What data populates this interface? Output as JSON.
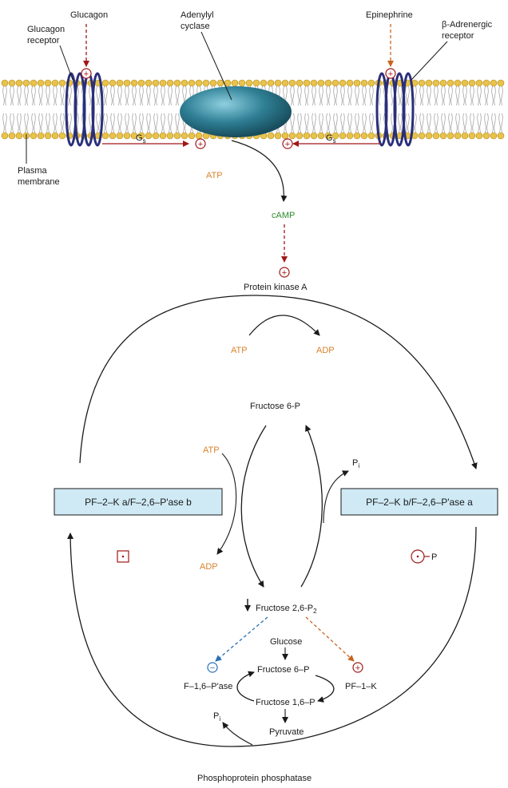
{
  "labels": {
    "glucagon": "Glucagon",
    "glucagon_receptor_1": "Glucagon",
    "glucagon_receptor_2": "receptor",
    "adenylyl_1": "Adenylyl",
    "adenylyl_2": "cyclase",
    "epinephrine": "Epinephrine",
    "beta_receptor_1": "β-Adrenergic",
    "beta_receptor_2": "receptor",
    "plasma_1": "Plasma",
    "plasma_2": "membrane",
    "gs": "G",
    "gs_sub": "s",
    "atp_top": "ATP",
    "camp": "cAMP",
    "pka": "Protein kinase A",
    "atp_mid": "ATP",
    "adp_mid": "ADP",
    "fructose6p_top": "Fructose 6-P",
    "atp_left": "ATP",
    "adp_left": "ADP",
    "pi_right": "P",
    "pi_sub": "i",
    "box_left": "PF–2–K a/F–2,6–P'ase b",
    "box_right": "PF–2–K b/F–2,6–P'ase a",
    "p_right": "P",
    "f26p2": "Fructose 2,6-P",
    "f26p2_sub": "2",
    "glucose": "Glucose",
    "fructose6p_bottom": "Fructose 6–P",
    "fructose16p": "Fructose 1,6–P",
    "f16pase": "F–1,6–P'ase",
    "pf1k": "PF–1–K",
    "pyruvate": "Pyruvate",
    "pi_bottom": "P",
    "pi_bottom_sub": "i",
    "phosphatase": "Phosphoprotein phosphatase",
    "plus": "+",
    "minus": "−"
  },
  "colors": {
    "lipid_head": "#e8c24a",
    "lipid_outline": "#b08a1e",
    "receptor": "#2a2f7a",
    "cyclase": "#2f7f95",
    "box_fill": "#cfeaf5",
    "red_arrow": "#a01818",
    "orange_text": "#d9822b",
    "green_text": "#2e8b2e",
    "blue_dash": "#2a6fb5",
    "orange_dash": "#c8641e"
  }
}
